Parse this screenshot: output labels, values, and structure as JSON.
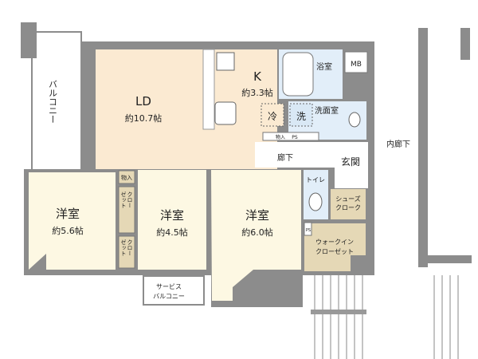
{
  "rooms": {
    "ld": {
      "name": "LD",
      "size": "約10.7帖"
    },
    "kitchen": {
      "name": "K",
      "size": "約3.3帖"
    },
    "bedroom1": {
      "name": "洋室",
      "size": "約5.6帖"
    },
    "bedroom2": {
      "name": "洋室",
      "size": "約4.5帖"
    },
    "bedroom3": {
      "name": "洋室",
      "size": "約6.0帖"
    },
    "bathroom": {
      "name": "浴室"
    },
    "washroom": {
      "name": "洗面室"
    },
    "toilet": {
      "name": "トイレ"
    },
    "entrance": {
      "name": "玄関"
    },
    "hallway": {
      "name": "廊下"
    },
    "inner_corridor": {
      "name": "内廊下"
    },
    "balcony": {
      "name": "バルコニー"
    },
    "service_balcony": {
      "line1": "サービス",
      "line2": "バルコニー"
    },
    "shoes_cloak": {
      "line1": "シューズ",
      "line2": "クローク"
    },
    "walkin_closet": {
      "line1": "ウォークイン",
      "line2": "クローゼット"
    }
  },
  "fixtures": {
    "mb": "MB",
    "fridge": "冷",
    "washer": "洗",
    "storage": "物入",
    "storage2": "物入",
    "ps": "PS",
    "ps2": "PS",
    "closet_col1": "クロー",
    "closet_col2": "ゼット"
  },
  "colors": {
    "ld": "#fbead2",
    "bedroom": "#fdf8e3",
    "wet": "#e2eef9",
    "closet": "#e5d8b6",
    "wall": "#8c8c8c"
  }
}
